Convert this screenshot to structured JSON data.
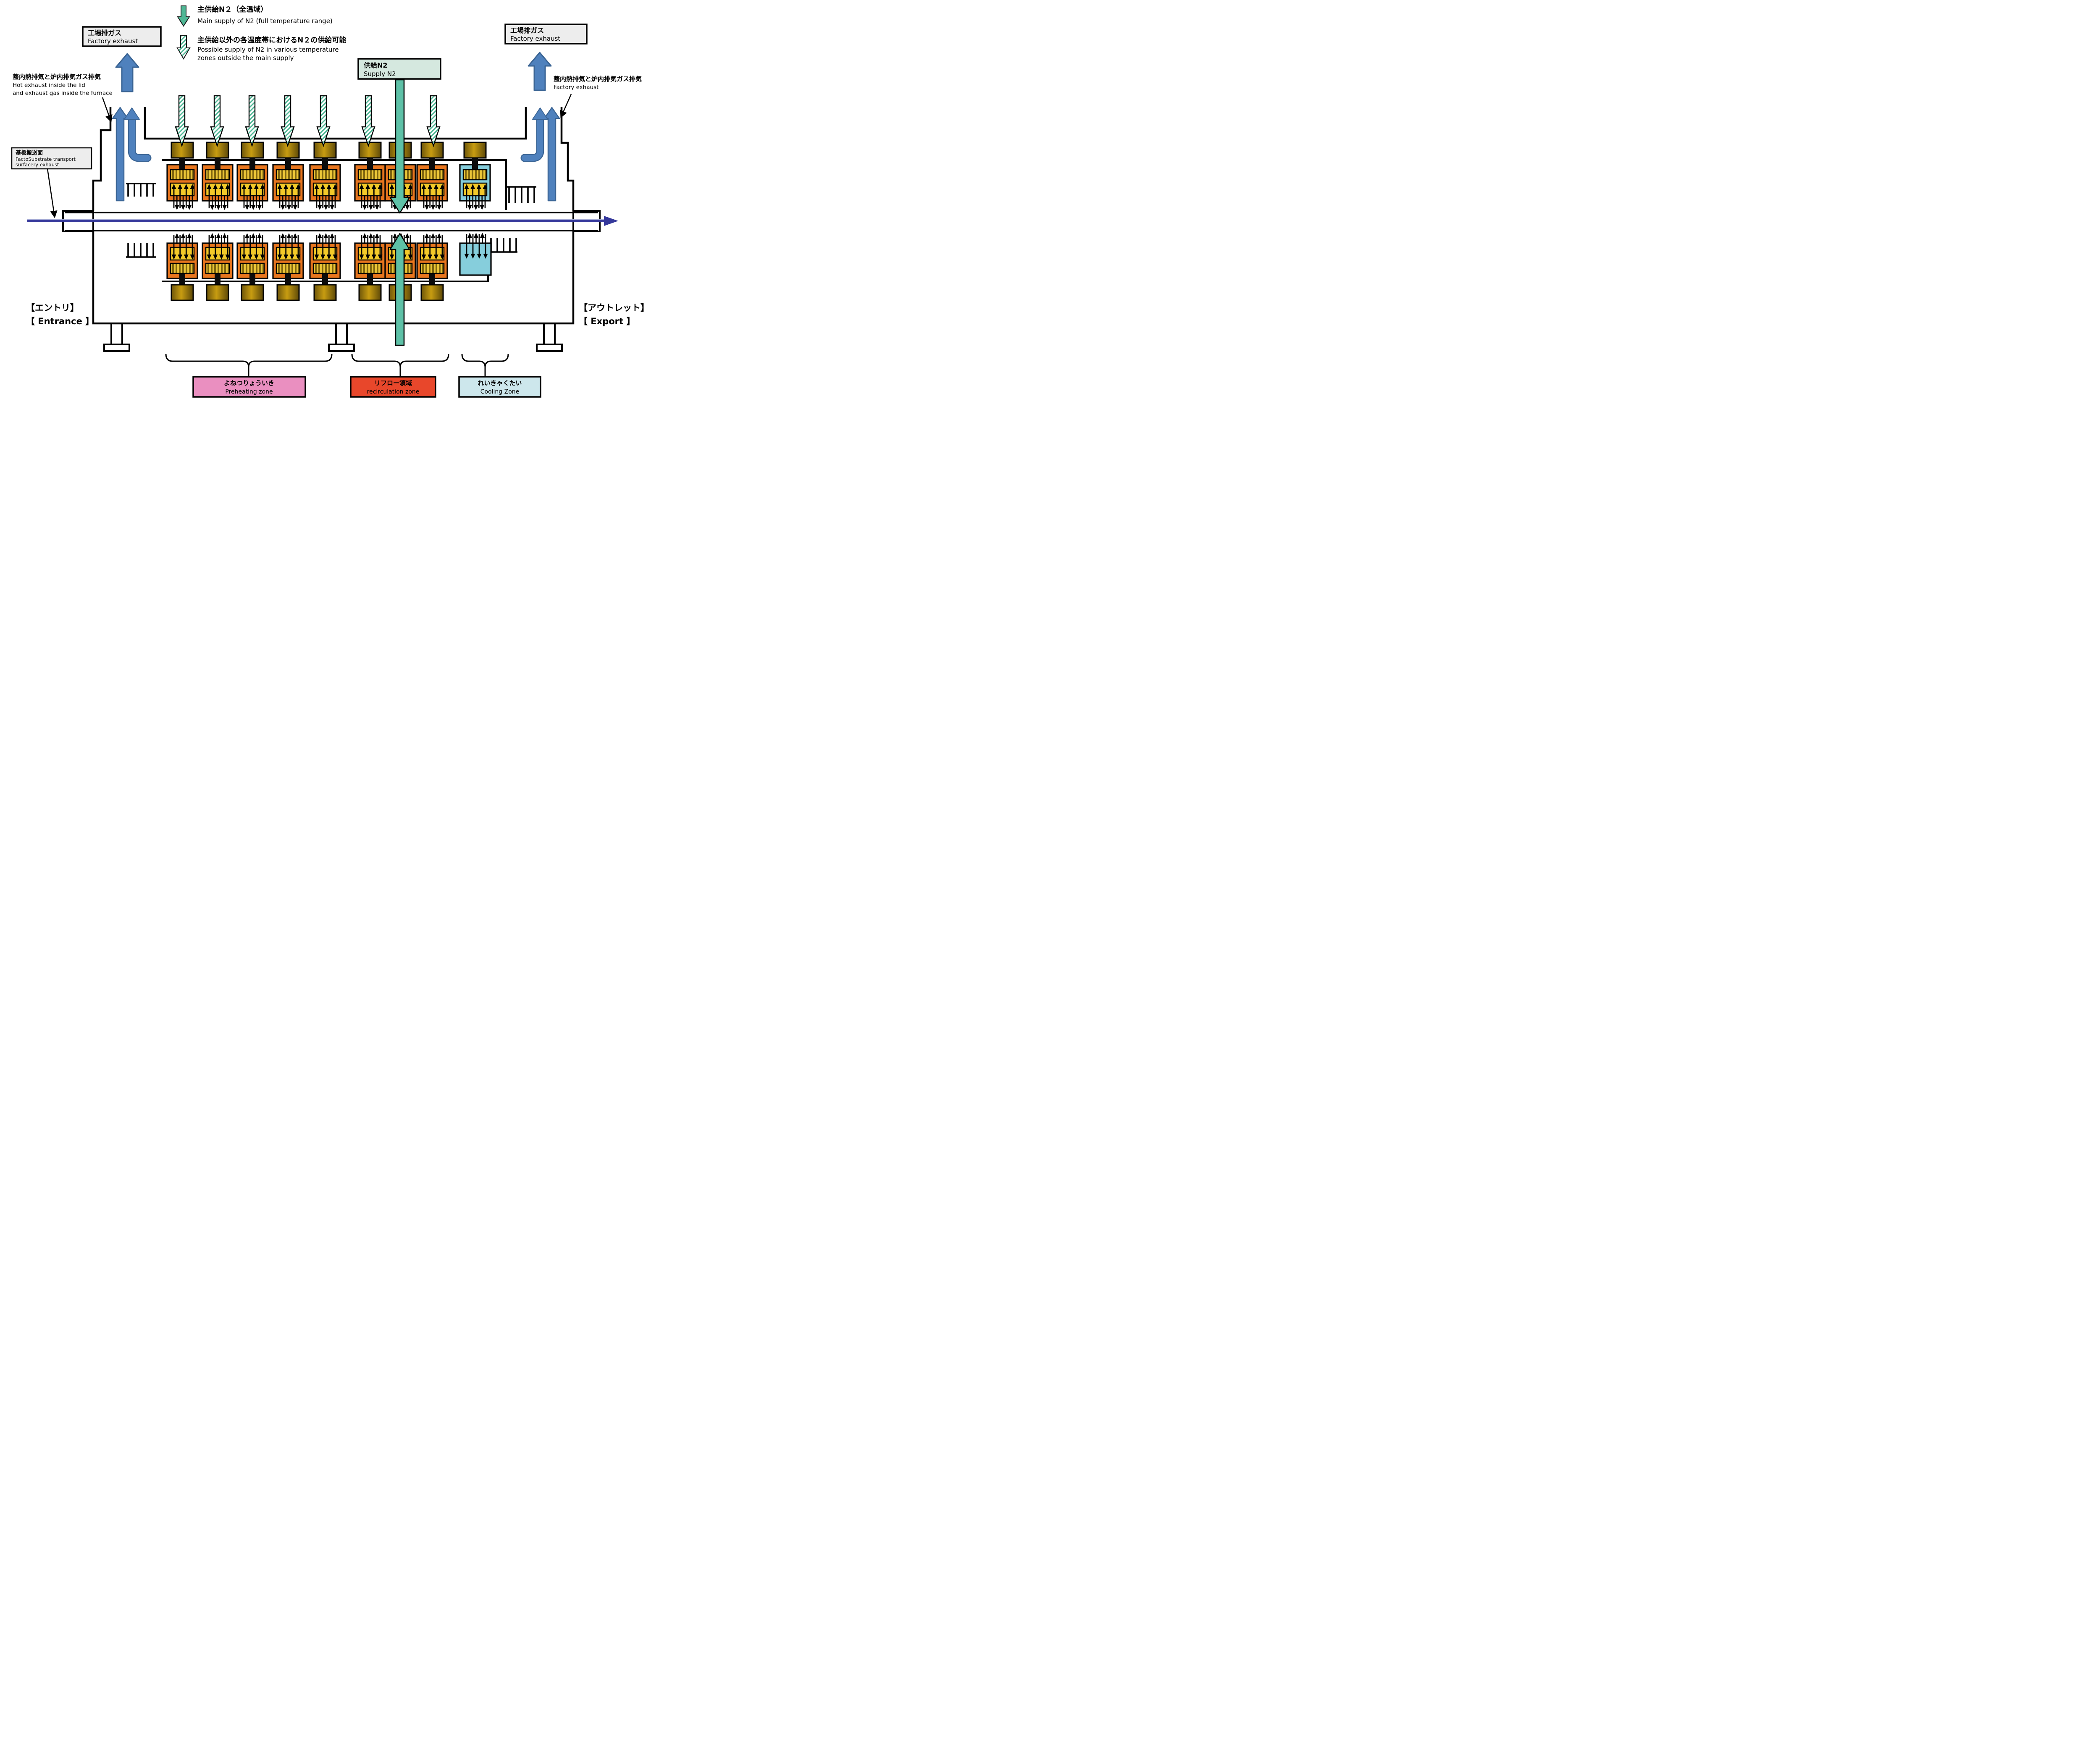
{
  "legend": {
    "main_supply_jp": "主供給N２（全温域）",
    "main_supply_en": "Main supply of N2 (full temperature range)",
    "alt_supply_jp": "主供給以外の各温度帯におけるN２の供給可能",
    "alt_supply_en_1": "Possible supply of N2 in various temperature",
    "alt_supply_en_2": "zones outside the main supply"
  },
  "boxes": {
    "factory_exhaust_left": {
      "jp": "工場排ガス",
      "en": "Factory exhaust",
      "bg": "#EDEDED"
    },
    "factory_exhaust_right": {
      "jp": "工場排ガス",
      "en": "Factory exhaust",
      "bg": "#EDEDED"
    },
    "supply_n2": {
      "jp": "供給N2",
      "en": "Supply N2",
      "bg": "#D5E8DF"
    },
    "substrate": {
      "jp": "基板搬送面",
      "en1": "FactoSubstrate transport",
      "en2": "surfacery exhaust",
      "bg": "#EDEDED"
    }
  },
  "labels": {
    "lid_exhaust_left": {
      "jp": "蓋内熱排気と炉内排気ガス排気",
      "en1": "Hot exhaust inside the lid",
      "en2": "and exhaust gas inside the furnace"
    },
    "lid_exhaust_right": {
      "jp": "蓋内熱排気と炉内排気ガス排気",
      "en": "Factory exhaust"
    },
    "entrance": {
      "jp": "【エントリ】",
      "en": "【 Entrance 】"
    },
    "outlet": {
      "jp": "【アウトレット】",
      "en": "【 Export 】"
    }
  },
  "zones": {
    "preheating": {
      "jp": "よねつりょういき",
      "en": "Preheating zone",
      "color": "#EA8FC0"
    },
    "reflow": {
      "jp": "リフロー領域",
      "en": "recirculation zone",
      "color": "#E8472B"
    },
    "cooling": {
      "jp": "れいきゃくたい",
      "en": "Cooling Zone",
      "color": "#CDE7EC"
    }
  },
  "colors": {
    "conveyor": "#35389B",
    "module_orange": "#E8761E",
    "module_cyan": "#86CEDC",
    "teal_arrow": "#5EC1A7",
    "blue_arrow": "#4F81BD",
    "blue_arrow_edge": "#3A6494",
    "stripe_yellow": "#E9C437",
    "arrowbox_yellow": "#F2C929"
  }
}
